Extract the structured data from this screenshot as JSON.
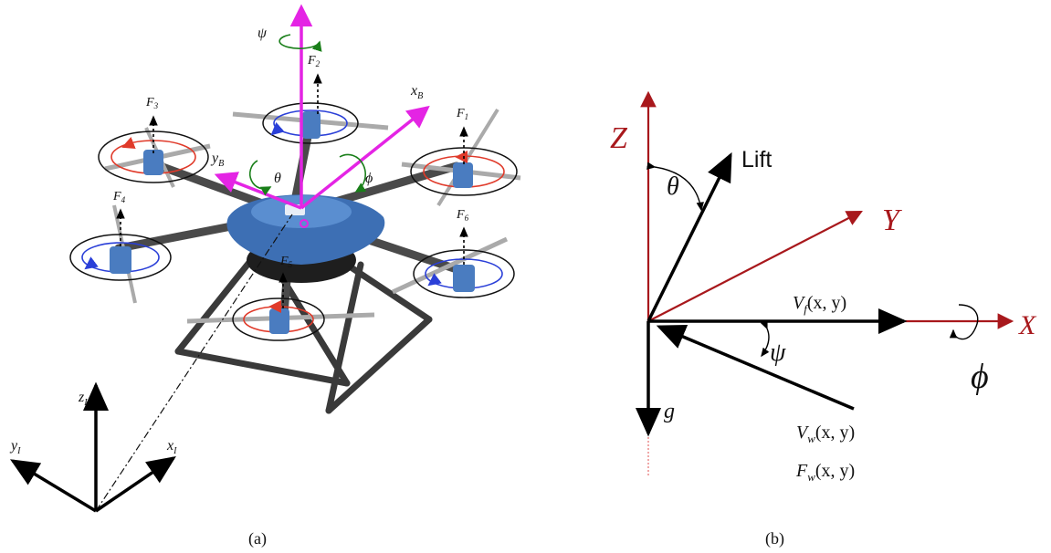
{
  "panel_a": {
    "caption": "(a)",
    "labels": {
      "psi": "ψ",
      "theta": "θ",
      "phi": "ϕ",
      "xB": "x",
      "xB_sub": "B",
      "yB": "y",
      "yB_sub": "B",
      "zI": "z",
      "zI_sub": "I",
      "yI": "y",
      "yI_sub": "I",
      "xI": "x",
      "xI_sub": "I",
      "F1": "F",
      "F1_sub": "1",
      "F2": "F",
      "F2_sub": "2",
      "F3": "F",
      "F3_sub": "3",
      "F4": "F",
      "F4_sub": "4",
      "F5": "F",
      "F5_sub": "5",
      "F6": "F",
      "F6_sub": "6"
    },
    "colors": {
      "body_frame": "#e424e4",
      "rotation": "#1a7f1a",
      "drone_body": "#3d6fb4",
      "arm": "#4a4a4a",
      "prop_red": "#e03a2a",
      "prop_blue": "#2a3fd8"
    }
  },
  "panel_b": {
    "caption": "(b)",
    "labels": {
      "Z": "Z",
      "Y": "Y",
      "X": "X",
      "theta": "θ",
      "lift": "Lift",
      "vf": "V_f(x, y)",
      "vf_main": "V",
      "vf_sub": "f",
      "vf_args": "(x, y)",
      "psi": "ψ",
      "phi": "ϕ",
      "g": "g",
      "vw_main": "V",
      "vw_sub": "w",
      "vw_args": "(x, y)",
      "fw_main": "F",
      "fw_sub": "w",
      "fw_args": "(x, y)"
    },
    "colors": {
      "axis": "#a8181c",
      "vector": "#000000"
    }
  }
}
